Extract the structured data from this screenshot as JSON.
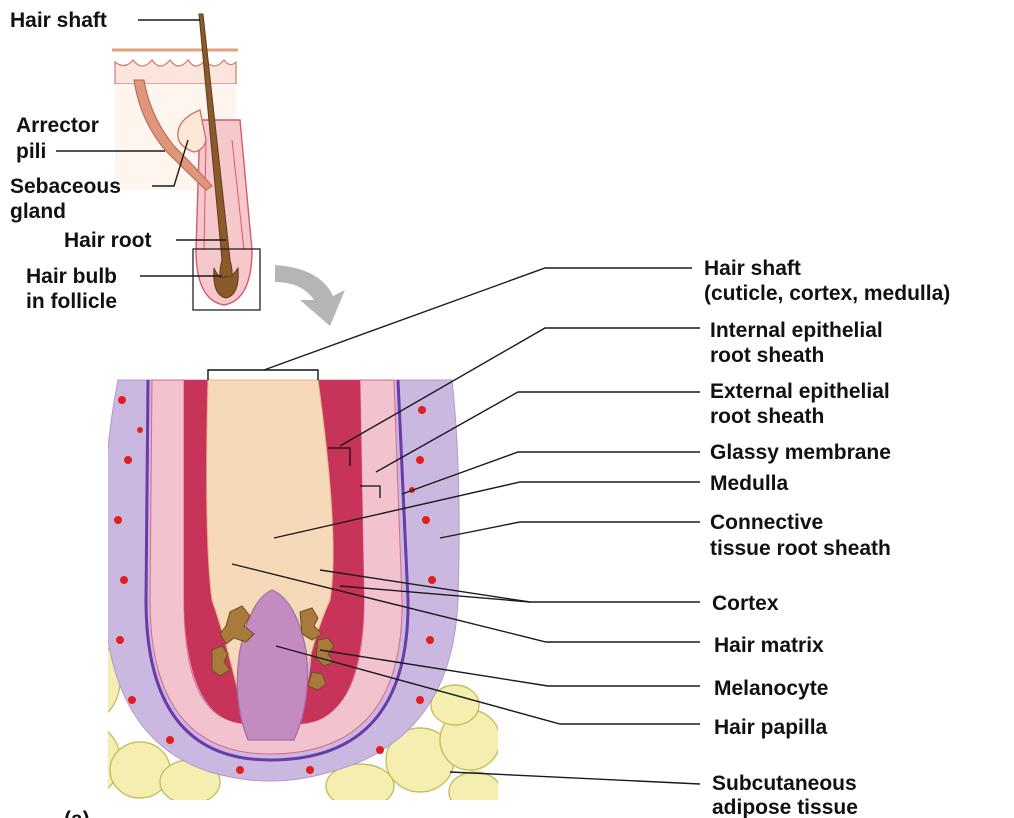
{
  "colors": {
    "shaft": "#8a5a2a",
    "root_sheath": "#c8335a",
    "hair_core": "#f6d9b8",
    "papilla": "#c48bc0",
    "connective": "#c6b3dd",
    "glassy": "#6a3aa8",
    "dots": "#e0201f",
    "melanocyte": "#a87a3c",
    "adipose": "#f4efb0",
    "arrow": "#b5b5b5"
  },
  "overview_labels": {
    "hair_shaft": "Hair shaft",
    "arrector_1": "Arrector",
    "arrector_2": "pili",
    "sebaceous_1": "Sebaceous",
    "sebaceous_2": "gland",
    "hair_root": "Hair root",
    "hair_bulb_1": "Hair bulb",
    "hair_bulb_2": "in follicle"
  },
  "detail_labels": {
    "shaft_1": "Hair shaft",
    "shaft_2": "(cuticle, cortex, medulla)",
    "internal_1": "Internal epithelial",
    "internal_2": "root sheath",
    "external_1": "External epithelial",
    "external_2": "root sheath",
    "glassy": "Glassy membrane",
    "medulla": "Medulla",
    "connective_1": "Connective",
    "connective_2": "tissue root sheath",
    "cortex": "Cortex",
    "matrix": "Hair matrix",
    "melanocyte": "Melanocyte",
    "papilla": "Hair papilla",
    "subcutaneous_1": "Subcutaneous",
    "subcutaneous_2": "adipose tissue"
  },
  "panel_label": "(a)"
}
